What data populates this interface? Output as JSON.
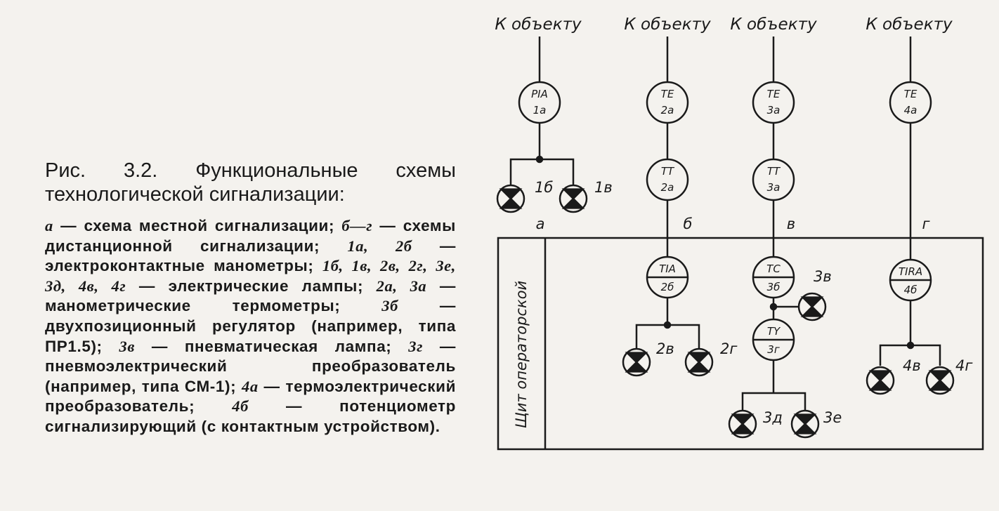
{
  "caption": {
    "title": "Рис. 3.2. Функциональные схемы технологической сигнализации:",
    "legend": [
      {
        "key": "а",
        "text": " — схема местной сигнализации; "
      },
      {
        "key": "б—г",
        "text": " — схемы дистанционной сигнализации; "
      },
      {
        "key": "1а, 2б",
        "text": " — электроконтактные манометры; "
      },
      {
        "key": "1б, 1в, 2в, 2г, 3е, 3д, 4в, 4г",
        "text": " — электрические лампы; "
      },
      {
        "key": "2а, 3а",
        "text": " — манометрические термометры; "
      },
      {
        "key": "3б",
        "text": " — двухпозиционный регулятор (например, типа ПР1.5); "
      },
      {
        "key": "3в",
        "text": " — пневматическая лампа; "
      },
      {
        "key": "3г",
        "text": " — пневмоэлектрический преобразователь (например, типа СМ-1); "
      },
      {
        "key": "4а",
        "text": " — термоэлектрический преобразователь; "
      },
      {
        "key": "4б",
        "text": " — потенциометр сигнализирующий (с контактным устройством)."
      }
    ]
  },
  "diagram": {
    "object_labels": [
      "К объекту",
      "К объекту",
      "К объекту",
      "К объекту"
    ],
    "scheme_letters": [
      "а",
      "б",
      "в",
      "г"
    ],
    "panel_label": "Щит операторской",
    "instruments": [
      {
        "id": "pia-1a",
        "top": "PIA",
        "bottom": "1а",
        "divided": false
      },
      {
        "id": "te-2a",
        "top": "TE",
        "bottom": "2а",
        "divided": false
      },
      {
        "id": "te-3a",
        "top": "TE",
        "bottom": "3а",
        "divided": false
      },
      {
        "id": "te-4a",
        "top": "TE",
        "bottom": "4а",
        "divided": false
      },
      {
        "id": "tt-2a",
        "top": "TT",
        "bottom": "2а",
        "divided": false
      },
      {
        "id": "tt-3a",
        "top": "TT",
        "bottom": "3а",
        "divided": false
      },
      {
        "id": "tia-2b",
        "top": "TIA",
        "bottom": "2б",
        "divided": true
      },
      {
        "id": "tc-3b",
        "top": "TC",
        "bottom": "3б",
        "divided": true
      },
      {
        "id": "tirA-4b",
        "top": "TIRA",
        "bottom": "4б",
        "divided": true
      },
      {
        "id": "ty-3g",
        "top": "TY",
        "bottom": "3г",
        "divided": true
      }
    ],
    "lamps": [
      "1б",
      "1в",
      "2в",
      "2г",
      "3в",
      "3д",
      "3е",
      "4в",
      "4г"
    ]
  }
}
